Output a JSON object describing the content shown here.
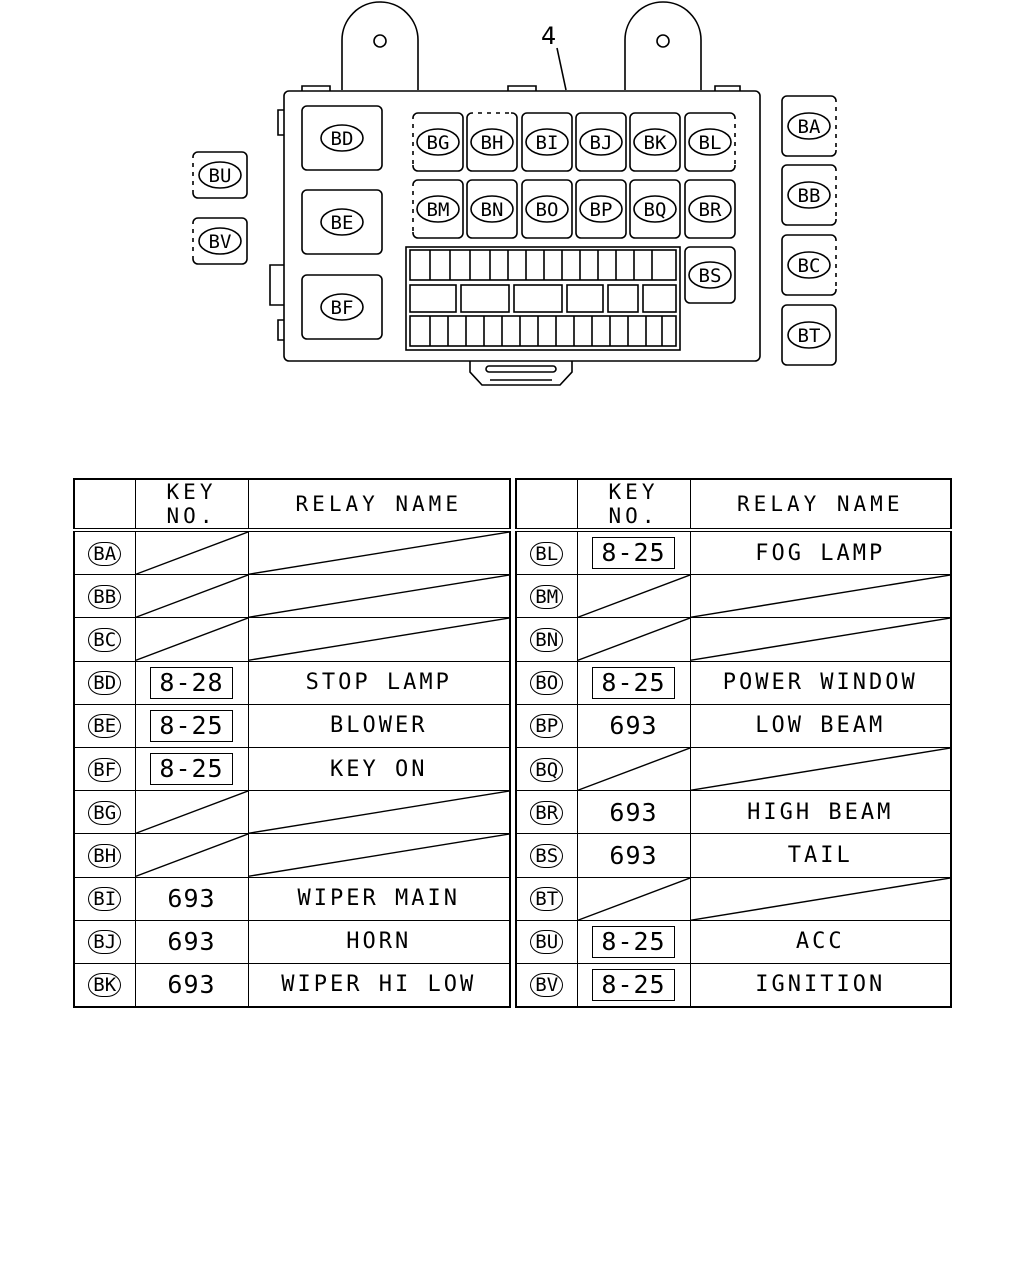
{
  "diagram": {
    "callout": "4",
    "relay_positions": [
      "BA",
      "BB",
      "BC",
      "BD",
      "BE",
      "BF",
      "BG",
      "BH",
      "BI",
      "BJ",
      "BK",
      "BL",
      "BM",
      "BN",
      "BO",
      "BP",
      "BQ",
      "BR",
      "BS",
      "BT",
      "BU",
      "BV"
    ]
  },
  "table": {
    "headers": {
      "key_no": "KEY NO.",
      "relay_name": "RELAY NAME"
    },
    "left": [
      {
        "code": "BA",
        "key": "",
        "boxed": false,
        "name": ""
      },
      {
        "code": "BB",
        "key": "",
        "boxed": false,
        "name": ""
      },
      {
        "code": "BC",
        "key": "",
        "boxed": false,
        "name": ""
      },
      {
        "code": "BD",
        "key": "8-28",
        "boxed": true,
        "name": "STOP LAMP"
      },
      {
        "code": "BE",
        "key": "8-25",
        "boxed": true,
        "name": "BLOWER"
      },
      {
        "code": "BF",
        "key": "8-25",
        "boxed": true,
        "name": "KEY ON"
      },
      {
        "code": "BG",
        "key": "",
        "boxed": false,
        "name": ""
      },
      {
        "code": "BH",
        "key": "",
        "boxed": false,
        "name": ""
      },
      {
        "code": "BI",
        "key": "693",
        "boxed": false,
        "name": "WIPER MAIN"
      },
      {
        "code": "BJ",
        "key": "693",
        "boxed": false,
        "name": "HORN"
      },
      {
        "code": "BK",
        "key": "693",
        "boxed": false,
        "name": "WIPER HI LOW"
      }
    ],
    "right": [
      {
        "code": "BL",
        "key": "8-25",
        "boxed": true,
        "name": "FOG LAMP"
      },
      {
        "code": "BM",
        "key": "",
        "boxed": false,
        "name": ""
      },
      {
        "code": "BN",
        "key": "",
        "boxed": false,
        "name": ""
      },
      {
        "code": "BO",
        "key": "8-25",
        "boxed": true,
        "name": "POWER WINDOW"
      },
      {
        "code": "BP",
        "key": "693",
        "boxed": false,
        "name": "LOW BEAM"
      },
      {
        "code": "BQ",
        "key": "",
        "boxed": false,
        "name": ""
      },
      {
        "code": "BR",
        "key": "693",
        "boxed": false,
        "name": "HIGH BEAM"
      },
      {
        "code": "BS",
        "key": "693",
        "boxed": false,
        "name": "TAIL"
      },
      {
        "code": "BT",
        "key": "",
        "boxed": false,
        "name": ""
      },
      {
        "code": "BU",
        "key": "8-25",
        "boxed": true,
        "name": "ACC"
      },
      {
        "code": "BV",
        "key": "8-25",
        "boxed": true,
        "name": "IGNITION"
      }
    ]
  }
}
